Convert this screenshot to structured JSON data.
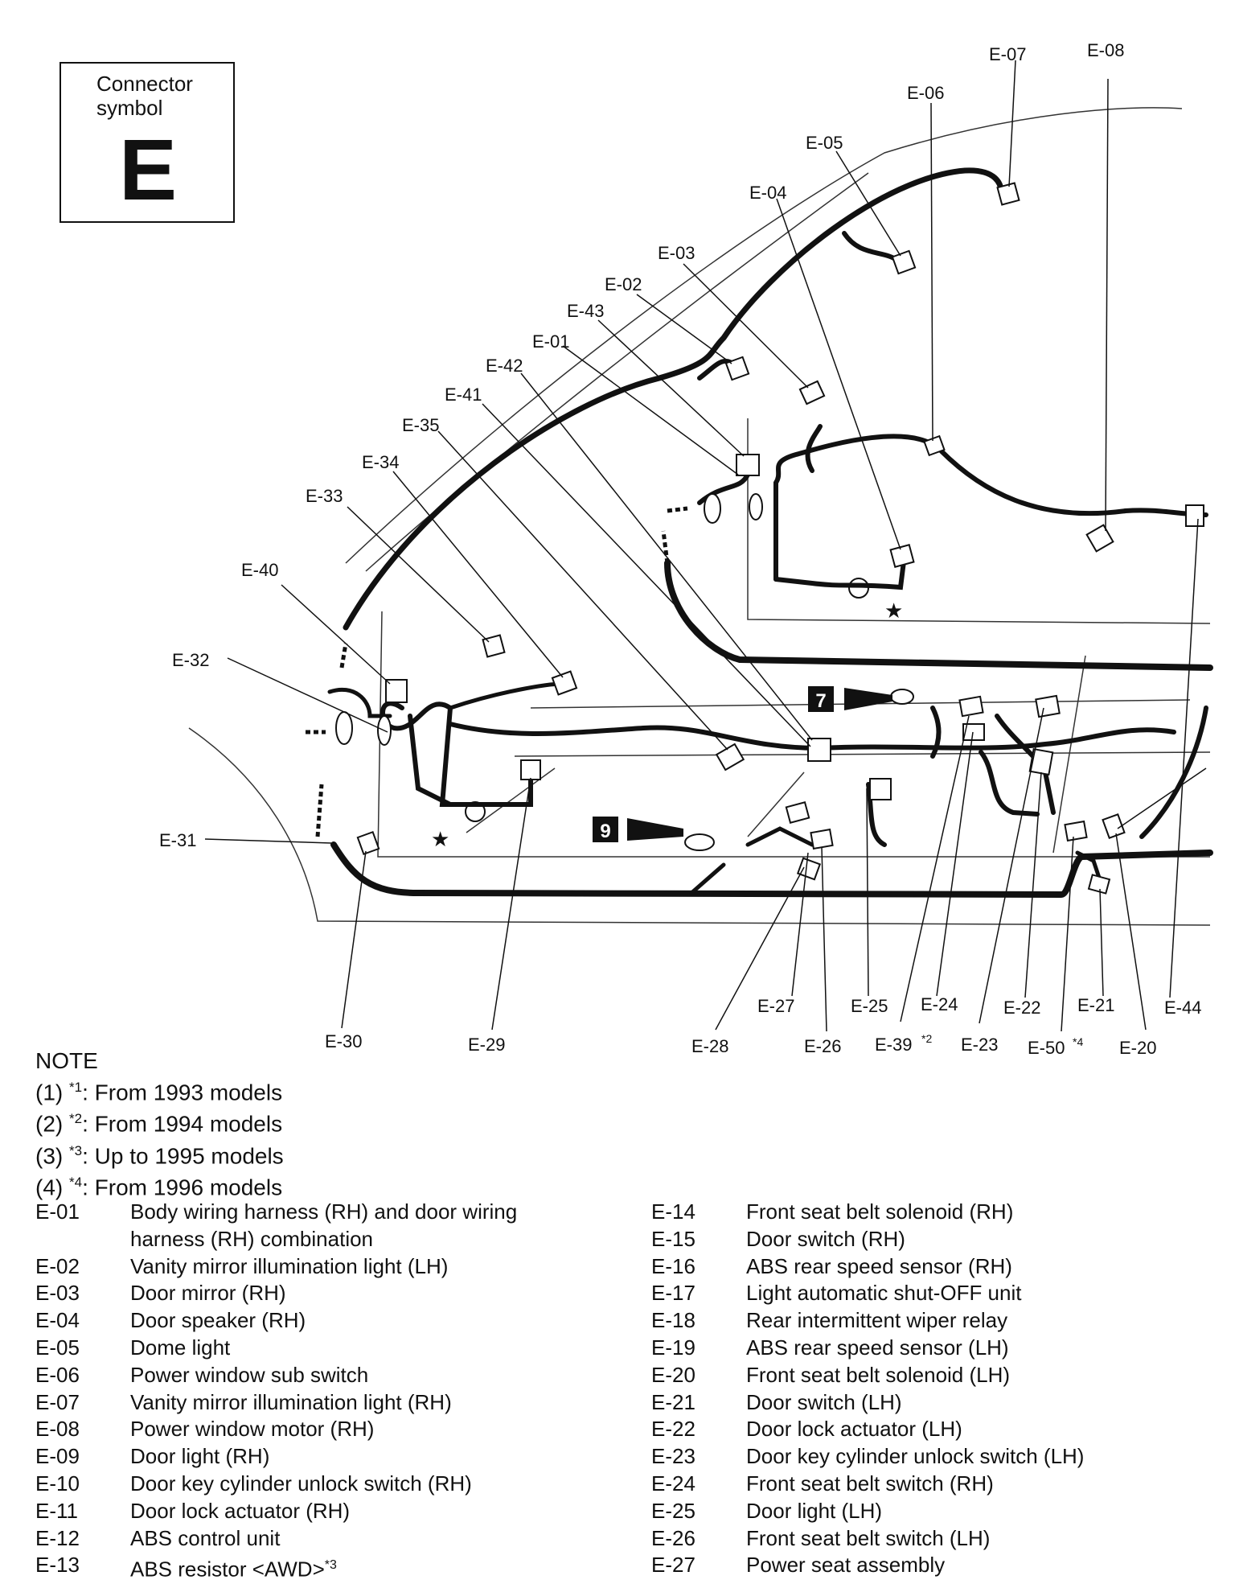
{
  "symbol_box": {
    "caption": "Connector symbol",
    "letter": "E"
  },
  "diagram": {
    "labels": {
      "e01": "E-01",
      "e02": "E-02",
      "e03": "E-03",
      "e04": "E-04",
      "e05": "E-05",
      "e06": "E-06",
      "e07": "E-07",
      "e08": "E-08",
      "e20": "E-20",
      "e21": "E-21",
      "e22": "E-22",
      "e23": "E-23",
      "e24": "E-24",
      "e25": "E-25",
      "e26": "E-26",
      "e27": "E-27",
      "e28": "E-28",
      "e29": "E-29",
      "e30": "E-30",
      "e31": "E-31",
      "e32": "E-32",
      "e33": "E-33",
      "e34": "E-34",
      "e35": "E-35",
      "e39": "E-39",
      "e40": "E-40",
      "e41": "E-41",
      "e42": "E-42",
      "e43": "E-43",
      "e44": "E-44",
      "e50": "E-50"
    },
    "e39_note": "*2",
    "e50_note": "*4",
    "marker7": "7",
    "marker9": "9"
  },
  "notes": {
    "title": "NOTE",
    "items": [
      {
        "num": "(1)",
        "mark": "*1",
        "text": ": From 1993 models"
      },
      {
        "num": "(2)",
        "mark": "*2",
        "text": ": From 1994 models"
      },
      {
        "num": "(3)",
        "mark": "*3",
        "text": ": Up to 1995 models"
      },
      {
        "num": "(4)",
        "mark": "*4",
        "text": ": From 1996 models"
      }
    ]
  },
  "legend_left": [
    {
      "code": "E-01",
      "desc": "Body wiring harness (RH) and door wiring",
      "desc2": "harness (RH) combination"
    },
    {
      "code": "E-02",
      "desc": "Vanity mirror illumination light (LH)"
    },
    {
      "code": "E-03",
      "desc": "Door mirror (RH)"
    },
    {
      "code": "E-04",
      "desc": "Door speaker (RH)"
    },
    {
      "code": "E-05",
      "desc": "Dome light"
    },
    {
      "code": "E-06",
      "desc": "Power window sub switch"
    },
    {
      "code": "E-07",
      "desc": "Vanity mirror illumination light (RH)"
    },
    {
      "code": "E-08",
      "desc": "Power window motor (RH)"
    },
    {
      "code": "E-09",
      "desc": "Door light (RH)"
    },
    {
      "code": "E-10",
      "desc": "Door key cylinder unlock switch (RH)"
    },
    {
      "code": "E-11",
      "desc": "Door lock actuator (RH)"
    },
    {
      "code": "E-12",
      "desc": "ABS control unit"
    },
    {
      "code": "E-13",
      "desc": "ABS resistor <AWD>",
      "mark": "*3"
    }
  ],
  "legend_right": [
    {
      "code": "E-14",
      "desc": "Front seat belt solenoid (RH)"
    },
    {
      "code": "E-15",
      "desc": "Door switch (RH)"
    },
    {
      "code": "E-16",
      "desc": "ABS rear speed sensor (RH)"
    },
    {
      "code": "E-17",
      "desc": "Light automatic shut-OFF unit"
    },
    {
      "code": "E-18",
      "desc": "Rear intermittent wiper relay"
    },
    {
      "code": "E-19",
      "desc": "ABS rear speed sensor (LH)"
    },
    {
      "code": "E-20",
      "desc": "Front seat belt solenoid (LH)"
    },
    {
      "code": "E-21",
      "desc": "Door switch (LH)"
    },
    {
      "code": "E-22",
      "desc": "Door lock actuator (LH)"
    },
    {
      "code": "E-23",
      "desc": "Door key cylinder unlock switch (LH)"
    },
    {
      "code": "E-24",
      "desc": "Front seat belt switch (RH)"
    },
    {
      "code": "E-25",
      "desc": "Door light (LH)"
    },
    {
      "code": "E-26",
      "desc": "Front seat belt switch (LH)"
    },
    {
      "code": "E-27",
      "desc": "Power seat assembly"
    }
  ]
}
